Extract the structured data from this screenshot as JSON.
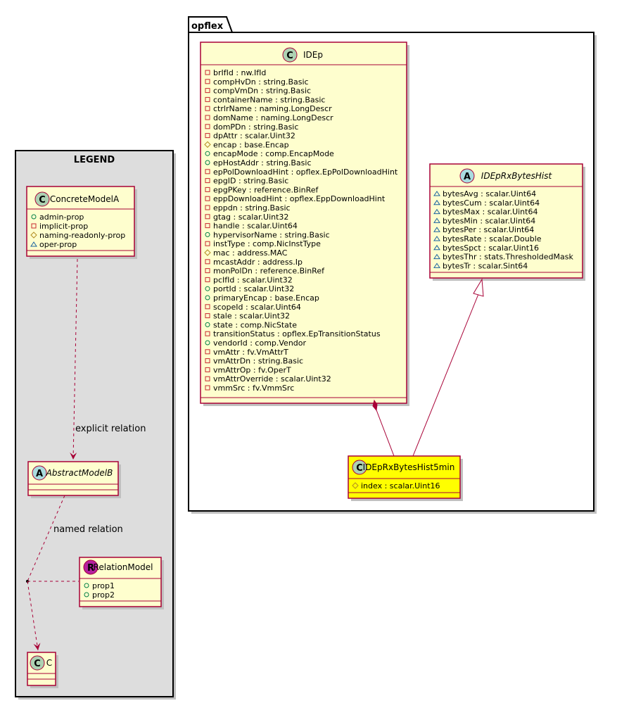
{
  "package": {
    "name": "opflex"
  },
  "legend": {
    "title": "LEGEND",
    "concrete": {
      "stereotype": "C",
      "name": "ConcreteModelA",
      "attrs": [
        {
          "vis": "+",
          "text": "admin-prop"
        },
        {
          "vis": "-",
          "text": "implicit-prop"
        },
        {
          "vis": "#",
          "text": "naming-readonly-prop"
        },
        {
          "vis": "~",
          "text": "oper-prop"
        }
      ]
    },
    "abstract": {
      "stereotype": "A",
      "name": "AbstractModelB"
    },
    "relation": {
      "stereotype": "R",
      "name": "RelationModel",
      "attrs": [
        {
          "vis": "+",
          "text": "prop1"
        },
        {
          "vis": "+",
          "text": "prop2"
        }
      ]
    },
    "c": {
      "stereotype": "C",
      "name": "C"
    },
    "explicit_label": "explicit relation",
    "named_label": "named relation"
  },
  "classes": {
    "idep": {
      "stereotype": "C",
      "name": "IDEp",
      "attrs": [
        {
          "vis": "-",
          "text": "brIfId : nw.IfId"
        },
        {
          "vis": "-",
          "text": "compHvDn : string.Basic"
        },
        {
          "vis": "-",
          "text": "compVmDn : string.Basic"
        },
        {
          "vis": "-",
          "text": "containerName : string.Basic"
        },
        {
          "vis": "-",
          "text": "ctrlrName : naming.LongDescr"
        },
        {
          "vis": "-",
          "text": "domName : naming.LongDescr"
        },
        {
          "vis": "-",
          "text": "domPDn : string.Basic"
        },
        {
          "vis": "-",
          "text": "dpAttr : scalar.Uint32"
        },
        {
          "vis": "#",
          "text": "encap : base.Encap"
        },
        {
          "vis": "+",
          "text": "encapMode : comp.EncapMode"
        },
        {
          "vis": "+",
          "text": "epHostAddr : string.Basic"
        },
        {
          "vis": "-",
          "text": "epPolDownloadHint : opflex.EpPolDownloadHint"
        },
        {
          "vis": "-",
          "text": "epgID : string.Basic"
        },
        {
          "vis": "-",
          "text": "epgPKey : reference.BinRef"
        },
        {
          "vis": "-",
          "text": "eppDownloadHint : opflex.EppDownloadHint"
        },
        {
          "vis": "-",
          "text": "eppdn : string.Basic"
        },
        {
          "vis": "-",
          "text": "gtag : scalar.Uint32"
        },
        {
          "vis": "-",
          "text": "handle : scalar.Uint64"
        },
        {
          "vis": "+",
          "text": "hypervisorName : string.Basic"
        },
        {
          "vis": "-",
          "text": "instType : comp.NicInstType"
        },
        {
          "vis": "#",
          "text": "mac : address.MAC"
        },
        {
          "vis": "-",
          "text": "mcastAddr : address.Ip"
        },
        {
          "vis": "-",
          "text": "monPolDn : reference.BinRef"
        },
        {
          "vis": "-",
          "text": "pcIfId : scalar.Uint32"
        },
        {
          "vis": "+",
          "text": "portId : scalar.Uint32"
        },
        {
          "vis": "+",
          "text": "primaryEncap : base.Encap"
        },
        {
          "vis": "-",
          "text": "scopeId : scalar.Uint64"
        },
        {
          "vis": "-",
          "text": "stale : scalar.Uint32"
        },
        {
          "vis": "+",
          "text": "state : comp.NicState"
        },
        {
          "vis": "-",
          "text": "transitionStatus : opflex.EpTransitionStatus"
        },
        {
          "vis": "+",
          "text": "vendorId : comp.Vendor"
        },
        {
          "vis": "-",
          "text": "vmAttr : fv.VmAttrT"
        },
        {
          "vis": "-",
          "text": "vmAttrDn : string.Basic"
        },
        {
          "vis": "-",
          "text": "vmAttrOp : fv.OperT"
        },
        {
          "vis": "-",
          "text": "vmAttrOverride : scalar.Uint32"
        },
        {
          "vis": "-",
          "text": "vmmSrc : fv.VmmSrc"
        }
      ]
    },
    "hist": {
      "stereotype": "A",
      "name": "IDEpRxBytesHist",
      "attrs": [
        {
          "vis": "~",
          "text": "bytesAvg : scalar.Uint64"
        },
        {
          "vis": "~",
          "text": "bytesCum : scalar.Uint64"
        },
        {
          "vis": "~",
          "text": "bytesMax : scalar.Uint64"
        },
        {
          "vis": "~",
          "text": "bytesMin : scalar.Uint64"
        },
        {
          "vis": "~",
          "text": "bytesPer : scalar.Uint64"
        },
        {
          "vis": "~",
          "text": "bytesRate : scalar.Double"
        },
        {
          "vis": "~",
          "text": "bytesSpct : scalar.Uint16"
        },
        {
          "vis": "~",
          "text": "bytesThr : stats.ThresholdedMask"
        },
        {
          "vis": "~",
          "text": "bytesTr : scalar.Sint64"
        }
      ]
    },
    "hist5": {
      "stereotype": "C",
      "name": "IDEpRxBytesHist5min",
      "attrs": [
        {
          "vis": "#",
          "text": "index : scalar.Uint16"
        }
      ]
    }
  },
  "colors": {
    "border": "#A80036",
    "fill": "#FEFECE",
    "highlight": "#FFFF00",
    "legend_bg": "#DDDDDD",
    "stereo_c": "#ADD1B2",
    "stereo_a": "#A9DCDF",
    "stereo_r": "#B4209E",
    "shadow": "#C0C0C0"
  }
}
